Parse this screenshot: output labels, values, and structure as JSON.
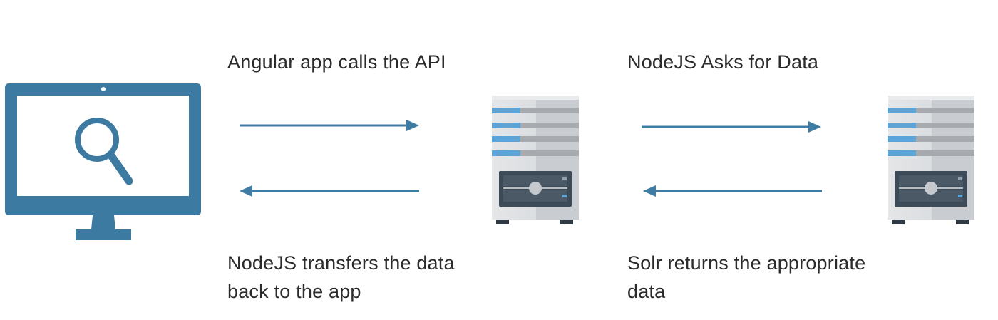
{
  "labels": {
    "request_1": "Angular app calls the API",
    "request_2": "NodeJS Asks for Data",
    "response_1_line1": "NodeJS transfers the data",
    "response_1_line2": "back to the app",
    "response_2_line1": "Solr returns the appropriate",
    "response_2_line2": "data"
  },
  "colors": {
    "accent": "#3c7aa0",
    "arrow": "#3f7ca3",
    "server_body": "#d6d9dc",
    "server_stripe": "#5ea3d6",
    "server_panel": "#3d4a57"
  },
  "icons": {
    "client": "monitor-search-icon",
    "server_1": "server-icon",
    "server_2": "server-icon"
  }
}
